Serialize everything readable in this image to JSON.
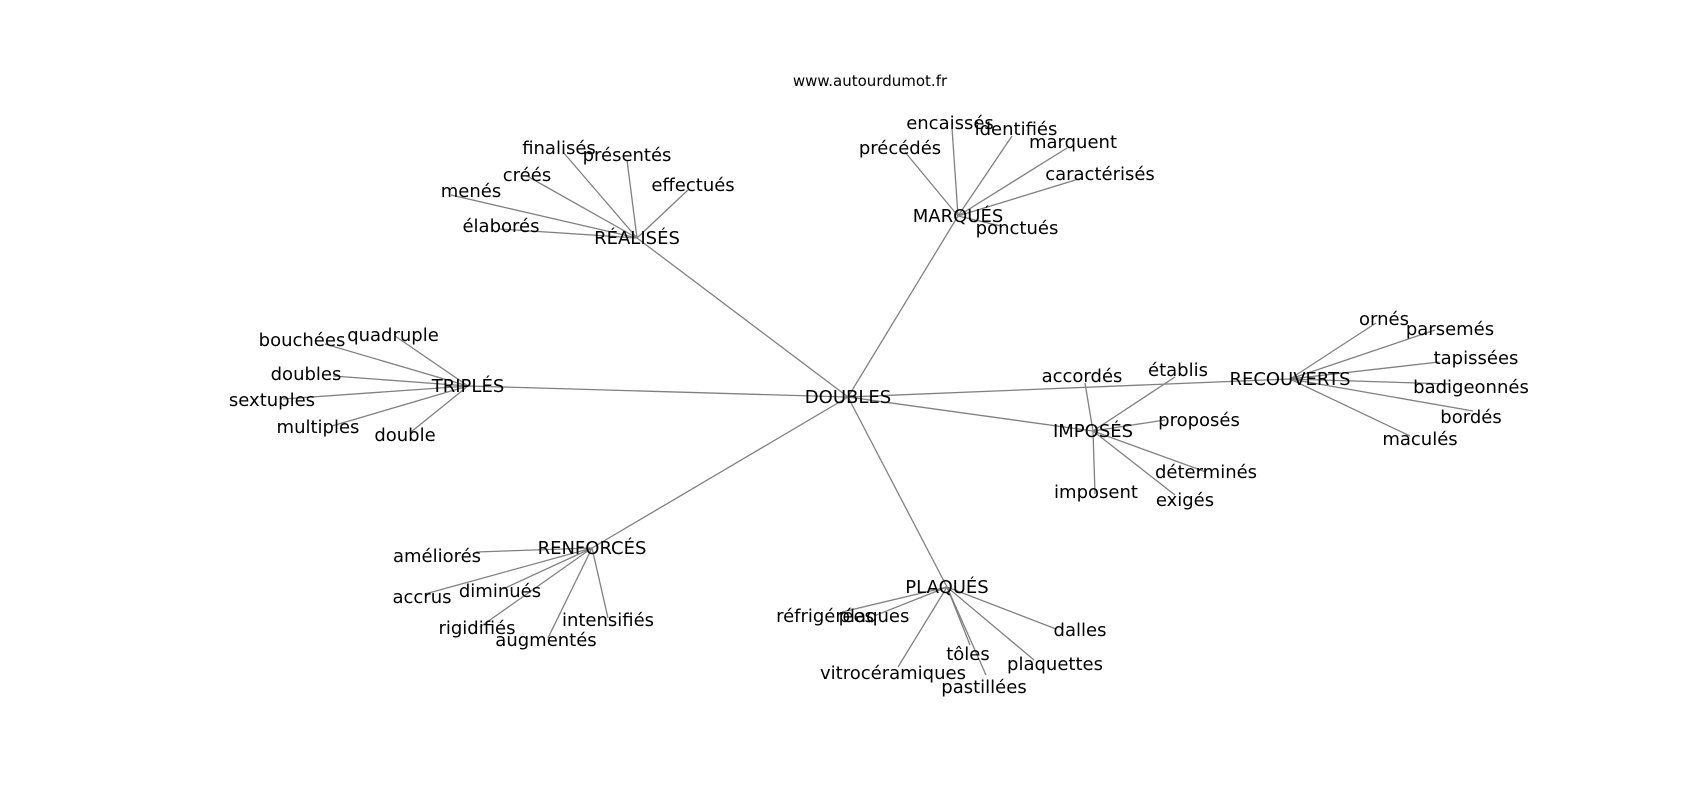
{
  "source": "www.autourdumot.fr",
  "center": "DOUBLES",
  "hubs": [
    {
      "label": "RÉALISÉS",
      "words": [
        "finalisés",
        "présentés",
        "créés",
        "menés",
        "effectués",
        "élaborés"
      ]
    },
    {
      "label": "MARQUÉS",
      "words": [
        "encaissés",
        "identifiés",
        "précédés",
        "marquent",
        "caractérisés",
        "ponctués"
      ]
    },
    {
      "label": "TRIPLÉS",
      "words": [
        "bouchées",
        "quadruple",
        "doubles",
        "sextuples",
        "multiples",
        "double"
      ]
    },
    {
      "label": "RECOUVERTS",
      "words": [
        "ornés",
        "parsemés",
        "tapissées",
        "badigeonnés",
        "bordés",
        "maculés"
      ]
    },
    {
      "label": "IMPOSÉS",
      "words": [
        "accordés",
        "établis",
        "proposés",
        "déterminés",
        "imposent",
        "exigés"
      ]
    },
    {
      "label": "RENFORCÉS",
      "words": [
        "améliorés",
        "accrus",
        "diminués",
        "rigidifiés",
        "augmentés",
        "intensifiés"
      ]
    },
    {
      "label": "PLAQUÉS",
      "words": [
        "réfrigérées",
        "plaques",
        "dalles",
        "tôles",
        "plaquettes",
        "vitrocéramiques",
        "pastillées"
      ]
    }
  ]
}
